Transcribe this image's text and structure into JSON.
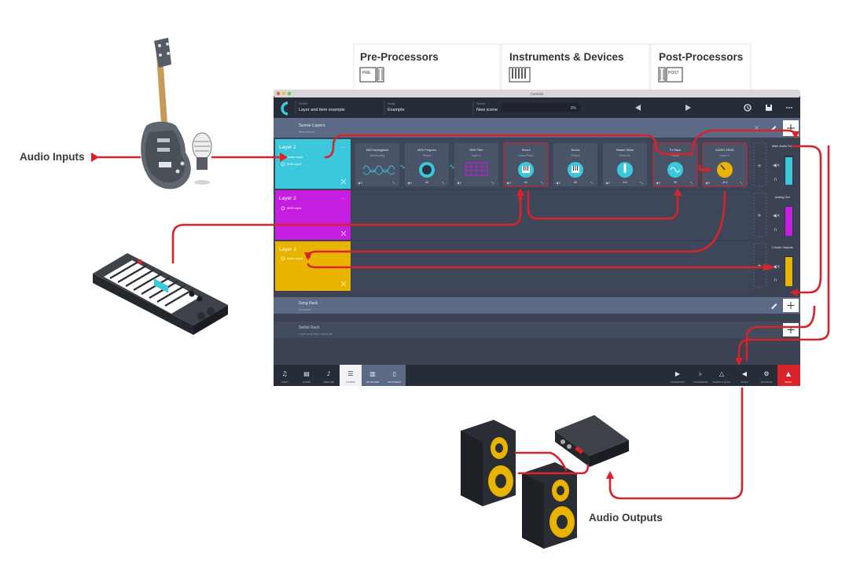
{
  "external_labels": {
    "audio_inputs": "Audio Inputs",
    "audio_outputs": "Audio Outputs"
  },
  "sections": [
    {
      "title": "Pre-Processors",
      "icon_text": "PRE"
    },
    {
      "title": "Instruments & Devices",
      "icon_text": ""
    },
    {
      "title": "Post-Processors",
      "icon_text": "POST"
    }
  ],
  "app": {
    "window_title": "Camelot",
    "header": {
      "setlist_caption": "Setlist",
      "setlist_value": "Layer and item example",
      "song_caption": "Song",
      "song_value": "Example",
      "scene_caption": "Scene",
      "scene_value": "New scene",
      "cpu": "0%"
    },
    "scene_layers": {
      "title": "Scene Layers",
      "subtitle": "New scene"
    },
    "layers": [
      {
        "name": "Layer 1",
        "inputs": [
          "Audio input",
          "MIDI input"
        ],
        "color": "#3cc8dc"
      },
      {
        "name": "Layer 2",
        "inputs": [
          "MIDI input"
        ],
        "color": "#c51ee0"
      },
      {
        "name": "Layer 3",
        "inputs": [
          "Audio input"
        ],
        "color": "#e8b400"
      }
    ],
    "pre_devices": [
      {
        "name": "MIDI Arpeggiator",
        "sub": "Descending"
      },
      {
        "name": "MIDI Program",
        "sub": "Preset",
        "value": "42"
      },
      {
        "name": "MIDI Filter",
        "sub": "Layer 2"
      }
    ],
    "instrument_devices": [
      {
        "name": "Tenore",
        "sub": "Grand Piano",
        "value": "41"
      },
      {
        "name": "Nexus",
        "sub": "Pianos",
        "value": "42"
      },
      {
        "name": "Master Strike",
        "sub": "Drum kit",
        "value": "0.0"
      }
    ],
    "post_devices": [
      {
        "name": "Fx Rack",
        "sub": "Preset",
        "value": "30"
      },
      {
        "name": "AUDIO SEND",
        "sub": "Layer 3",
        "value": "-6.0"
      }
    ],
    "outputs": [
      {
        "name": "Main Audio Out",
        "color": "#3cc8dc"
      },
      {
        "name": "Analog Out",
        "color": "#c51ee0"
      },
      {
        "name": "2 Audio Outputs",
        "color": "#e8b400"
      }
    ],
    "racks": [
      {
        "title": "Song Rack",
        "subtitle": "Example"
      },
      {
        "title": "Setlist Rack",
        "subtitle": "Layer and item example"
      }
    ],
    "toolbar_left": [
      "SONG",
      "SCENE",
      "TIMELINE",
      "LAYERS",
      "KEYBOARD",
      "DOCUMENT"
    ],
    "toolbar_right": [
      "TRANSPORT",
      "TRANSPOSE",
      "TEMPO & SYNC",
      "AUDIO",
      "SETTINGS",
      "PANIC"
    ]
  },
  "colors": {
    "signal": "#d8232a",
    "window_bg": "#3a4254",
    "header_bg": "#2a3140",
    "accent_cyan": "#3cc8dc",
    "accent_magenta": "#c51ee0",
    "accent_yellow": "#e8b400"
  }
}
